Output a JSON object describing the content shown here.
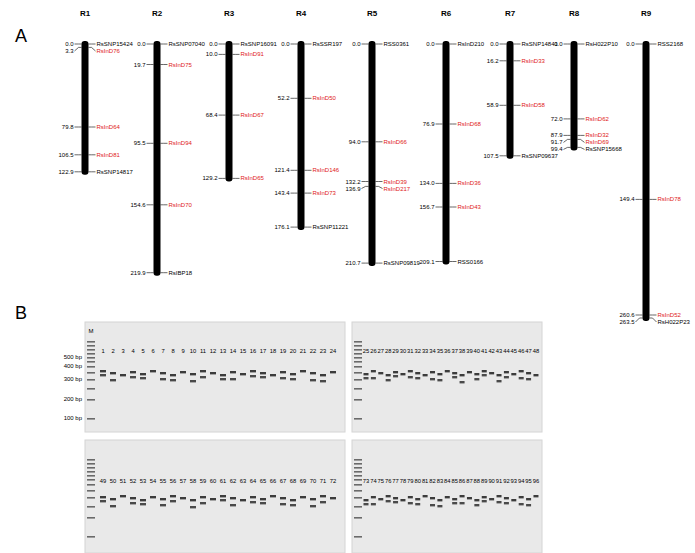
{
  "diagram": {
    "labels": [
      "A",
      "R1",
      "0.0",
      "RsSNP15424",
      "3.3",
      "RsInD76",
      "79.8",
      "RsInD64",
      "106.5",
      "RsInD81",
      "122.9",
      "RsSNP14817",
      "R2",
      "0.0",
      "RsSNP07040",
      "19.7",
      "RsInD75",
      "95.5",
      "RsInD94",
      "154.6",
      "RsInD70",
      "219.9",
      "RsIBP18",
      "R3",
      "0.0",
      "RsSNP16091",
      "10.0",
      "RsInD91",
      "68.4",
      "RsInD67",
      "129.2",
      "RsInD65",
      "R4",
      "0.0",
      "RsSSR197",
      "52.2",
      "RsInD50",
      "121.4",
      "RsInD146",
      "143.4",
      "RsInD73",
      "176.1",
      "RsSNP11221",
      "R5",
      "0.0",
      "RSS0361",
      "94.0",
      "RsInD66",
      "132.2",
      "RsInD39",
      "136.9",
      "RsInD217",
      "210.7",
      "RsSNP09819",
      "R6",
      "0.0",
      "RsInD210",
      "76.9",
      "RsInD68",
      "134.0",
      "RsInD36",
      "156.7",
      "RsInD43",
      "209.1",
      "RSS0166",
      "R7",
      "0.0",
      "RsSNP14841",
      "16.2",
      "RsInD33",
      "58.9",
      "RsInD58",
      "107.5",
      "RsSNP09637",
      "R8",
      "0.0",
      "RsH022P10",
      "72.0",
      "RsInD62",
      "87.9",
      "RsInD32",
      "91.7",
      "RsInD69",
      "99.4",
      "RsSNP15668",
      "R9",
      "0.0",
      "RSS2168",
      "149.4",
      "RsInD78",
      "260.6",
      "RsInD52",
      "263.5",
      "RsH022P23",
      "B",
      "M",
      "500 bp",
      "400 bp",
      "300 bp",
      "200 bp",
      "100 bp",
      "1",
      "2",
      "3",
      "4",
      "5",
      "6",
      "7",
      "8",
      "9",
      "10",
      "11",
      "12",
      "13",
      "14",
      "15",
      "16",
      "17",
      "18",
      "19",
      "20",
      "21",
      "22",
      "23",
      "24",
      "25",
      "26",
      "27",
      "28",
      "29",
      "30",
      "31",
      "32",
      "33",
      "34",
      "35",
      "36",
      "37",
      "38",
      "39",
      "40",
      "41",
      "42",
      "43",
      "44",
      "45",
      "46",
      "47",
      "48",
      "49",
      "50",
      "51",
      "52",
      "53",
      "54",
      "55",
      "56",
      "57",
      "58",
      "59",
      "60",
      "61",
      "62",
      "63",
      "64",
      "65",
      "66",
      "67",
      "68",
      "69",
      "70",
      "71",
      "72",
      "73",
      "74",
      "75",
      "76",
      "77",
      "78",
      "79",
      "80",
      "81",
      "82",
      "83",
      "84",
      "85",
      "86",
      "87",
      "88",
      "89",
      "90",
      "91",
      "92",
      "93",
      "94",
      "95",
      "96"
    ]
  }
}
